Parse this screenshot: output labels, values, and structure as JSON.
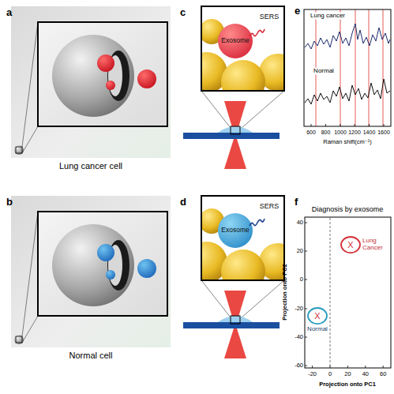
{
  "diagram": {
    "nodes": [
      {
        "text": [
          "X",
          "Lung Cancer"
        ]
      },
      {
        "text": [
          "X",
          "Normal"
        ]
      }
    ],
    "labels": [
      "a",
      "Lung cancer cell",
      "b",
      "Normal cell",
      "c",
      "Exosome",
      "SERS",
      "d",
      "Exosome",
      "SERS",
      "e",
      "Lung cancer",
      "Normal",
      "600",
      "800",
      "1000",
      "1200",
      "1400",
      "1600",
      "Raman shift(cm⁻¹)",
      "f",
      "Diagnosis by exosome",
      "40",
      "20",
      "0",
      "-20",
      "-40",
      "-60",
      "Projection onto PC2",
      "-20",
      "0",
      "20",
      "40",
      "60",
      "Projection onto PC1"
    ]
  }
}
